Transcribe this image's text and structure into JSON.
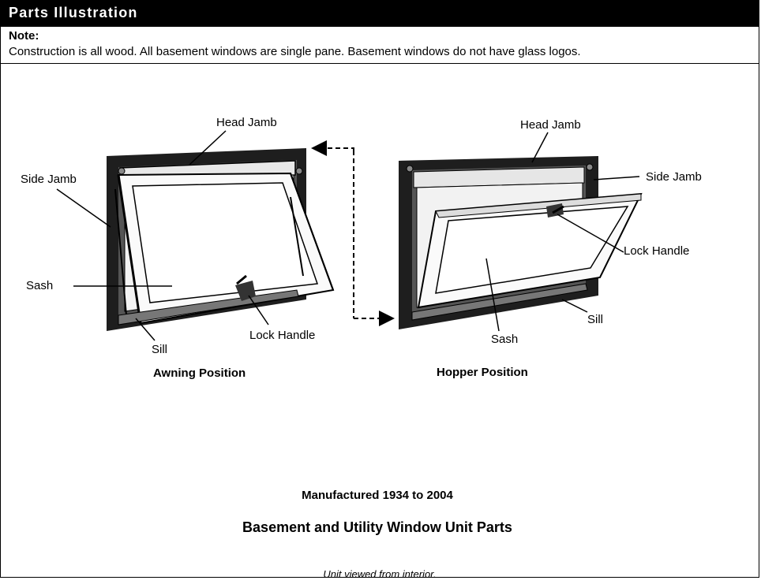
{
  "header": {
    "title": "Parts Illustration"
  },
  "note": {
    "label": "Note:",
    "text": "Construction is all wood. All basement windows are single pane. Basement windows do not have glass logos."
  },
  "awning": {
    "caption": "Awning Position",
    "labels": {
      "head_jamb": "Head Jamb",
      "side_jamb": "Side Jamb",
      "sash": "Sash",
      "sill": "Sill",
      "lock_handle": "Lock Handle"
    }
  },
  "hopper": {
    "caption": "Hopper Position",
    "labels": {
      "head_jamb": "Head Jamb",
      "side_jamb": "Side Jamb",
      "lock_handle": "Lock Handle",
      "sill": "Sill",
      "sash": "Sash"
    }
  },
  "manufactured": "Manufactured 1934 to 2004",
  "diagram_title": "Basement and Utility Window Unit Parts",
  "footer_note": "Unit viewed from interior."
}
